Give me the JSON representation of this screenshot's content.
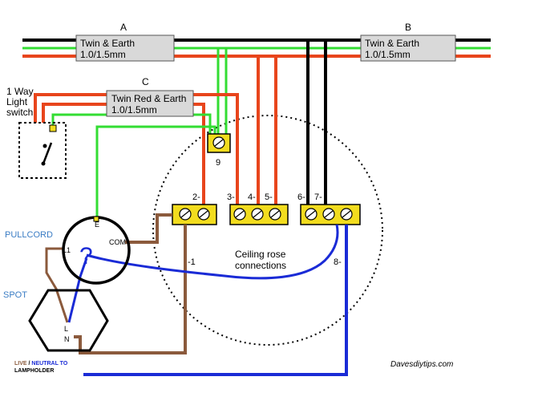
{
  "cables": {
    "a": {
      "letter": "A",
      "line1": "Twin & Earth",
      "line2": "1.0/1.5mm"
    },
    "b": {
      "letter": "B",
      "line1": "Twin & Earth",
      "line2": "1.0/1.5mm"
    },
    "c": {
      "letter": "C",
      "line1": "Twin Red & Earth",
      "line2": "1.0/1.5mm"
    }
  },
  "switch": {
    "line1": "1 Way",
    "line2": "Light",
    "line3": "switch"
  },
  "terminals": {
    "t1": "-1",
    "t2": "2-",
    "t3": "3-",
    "t4": "4-",
    "t5": "5-",
    "t6": "6-",
    "t7": "7-",
    "t8": "8-",
    "t9": "9"
  },
  "rose": {
    "line1": "Ceiling rose",
    "line2": "connections"
  },
  "pullcord": {
    "label": "PULLCORD",
    "e": "E",
    "l1": "L1",
    "com": "COM",
    "q": "?"
  },
  "spot": {
    "label": "SPOT",
    "l": "L",
    "n": "N"
  },
  "legend": {
    "live": "LIVE",
    "sep": " / ",
    "neutral": "NEUTRAL TO",
    "line2": "LAMPHOLDER"
  },
  "credit": "Davesdiytips.com",
  "colors": {
    "black": "#000000",
    "green": "#33dd33",
    "red": "#e8451c",
    "blue": "#1a2bd6",
    "brown": "#8b5a3c",
    "terminal": "#f2dc1e",
    "sleeve": "#d9d9d9",
    "live_text": "#8b5a3c",
    "neutral_text": "#1a2bd6"
  }
}
